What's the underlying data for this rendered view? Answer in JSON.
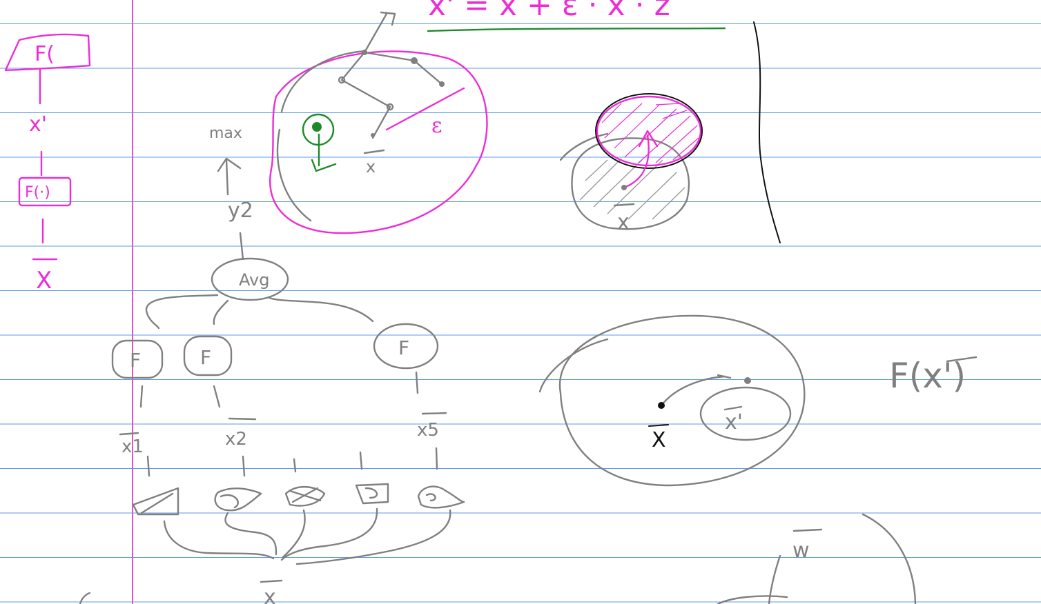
{
  "colors": {
    "paper": "#ffffff",
    "rule_line": "#5b9be8",
    "margin_line": "#e64fc6",
    "ink_gray": "#7f7f7f",
    "ink_magenta": "#ee2cd6",
    "ink_green": "#1f8a2a",
    "ink_black": "#111111"
  },
  "header_equation": {
    "text": "x' = x + ε · x · z"
  },
  "margin_chain": {
    "top_box": "F(",
    "mid_label": "x'",
    "lower_box": "F(·)",
    "bottom_label": "X"
  },
  "balloon_sketch": {
    "epsilon_label": "ε",
    "center_label": "x",
    "side_label": "max",
    "output_label": "y2"
  },
  "tree": {
    "root_label": "Avg",
    "nodes": [
      "F",
      "F",
      "F"
    ],
    "inputs": [
      "x1",
      "x2",
      "x5"
    ],
    "bottom_label": "x"
  },
  "ball_sketch": {
    "center_label": "x"
  },
  "region_sketch": {
    "origin_label": "X",
    "target_label": "x'"
  },
  "function_label": "F(x')",
  "partial_label": "w"
}
